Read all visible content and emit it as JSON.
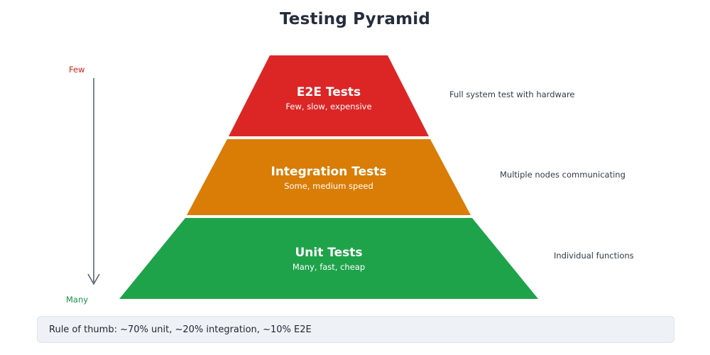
{
  "page": {
    "title": "Testing Pyramid",
    "background_color": "#ffffff"
  },
  "axis": {
    "top_label": "Few",
    "bottom_label": "Many",
    "top_label_color": "#cf2222",
    "bottom_label_color": "#189048",
    "arrow_color": "#5b6673",
    "arrow_icon": "down-arrow-icon"
  },
  "pyramid": {
    "layers": [
      {
        "id": "e2e",
        "title": "E2E Tests",
        "subtitle": "Few, slow, expensive",
        "color": "#dc2626",
        "annotation": "Full system test with hardware"
      },
      {
        "id": "integration",
        "title": "Integration Tests",
        "subtitle": "Some, medium speed",
        "color": "#d97d06",
        "annotation": "Multiple nodes communicating"
      },
      {
        "id": "unit",
        "title": "Unit Tests",
        "subtitle": "Many, fast, cheap",
        "color": "#1fa34a",
        "annotation": "Individual functions"
      }
    ]
  },
  "footer": {
    "note": "Rule of thumb: ~70% unit, ~20% integration, ~10% E2E"
  }
}
